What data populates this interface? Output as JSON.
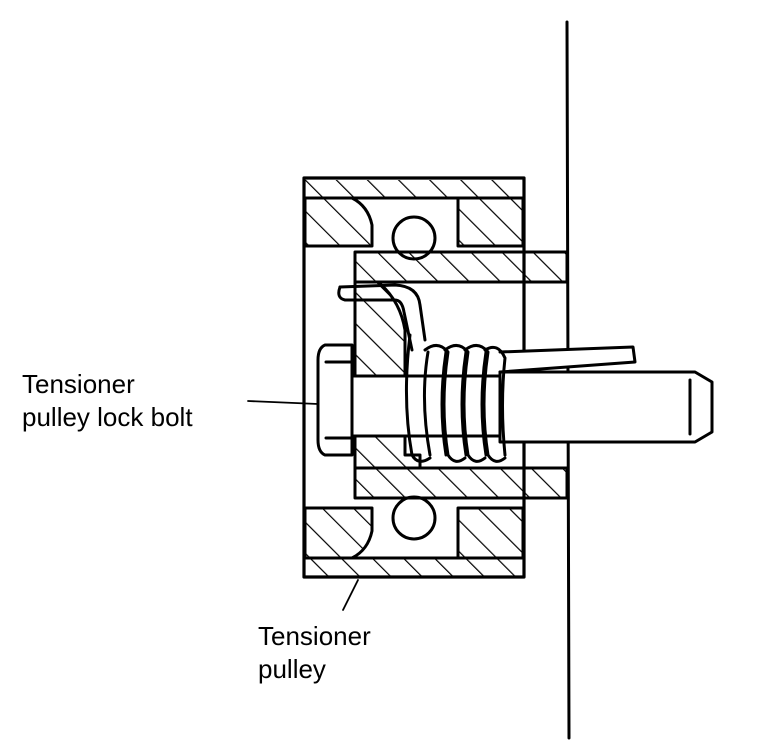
{
  "diagram": {
    "labels": {
      "lock_bolt": {
        "line1": "Tensioner",
        "line2": "pulley lock bolt"
      },
      "pulley": {
        "line1": "Tensioner",
        "line2": "pulley"
      }
    },
    "colors": {
      "ink": "#000000",
      "paper": "#ffffff"
    }
  }
}
